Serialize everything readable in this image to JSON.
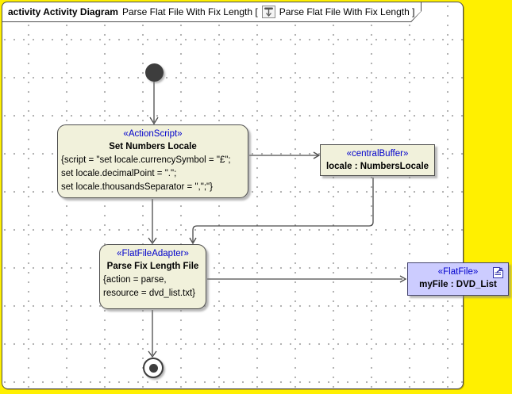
{
  "frame": {
    "title": {
      "diagram_kind": "activity Activity Diagram",
      "diagram_name": "Parse Flat File With Fix Length [",
      "context_name": "Parse Flat File With Fix Length ]"
    }
  },
  "nodes": {
    "set_numbers_locale": {
      "stereotype": "«ActionScript»",
      "title": "Set Numbers Locale",
      "body_lines": [
        "{script = \"set locale.currencySymbol = \"£\";",
        "set locale.decimalPoint = \".\";",
        "set locale.thousandsSeparator = \",\";\"}"
      ]
    },
    "central_buffer": {
      "stereotype": "«centralBuffer»",
      "title": "locale : NumbersLocale"
    },
    "parse_fix_length": {
      "stereotype": "«FlatFileAdapter»",
      "title": "Parse Fix Length File",
      "body_lines": [
        "{action = parse,",
        "resource = dvd_list.txt}"
      ]
    },
    "flat_file": {
      "stereotype": "«FlatFile»",
      "title": "myFile : DVD_List"
    }
  },
  "icons": {
    "tab_icon": "activity-diagram-icon",
    "flat_file_icon": "document-icon"
  },
  "colors": {
    "desktop_background": "#FFF000",
    "canvas_background": "#FFFFFF",
    "grid_dot": "#9D9D9D",
    "node_fill": "#F1F1DB",
    "flat_file_fill": "#CCCCFF",
    "node_border": "#4D4D4D",
    "stereotype_text": "#0000CC",
    "edge_line": "#4A4A4A"
  }
}
